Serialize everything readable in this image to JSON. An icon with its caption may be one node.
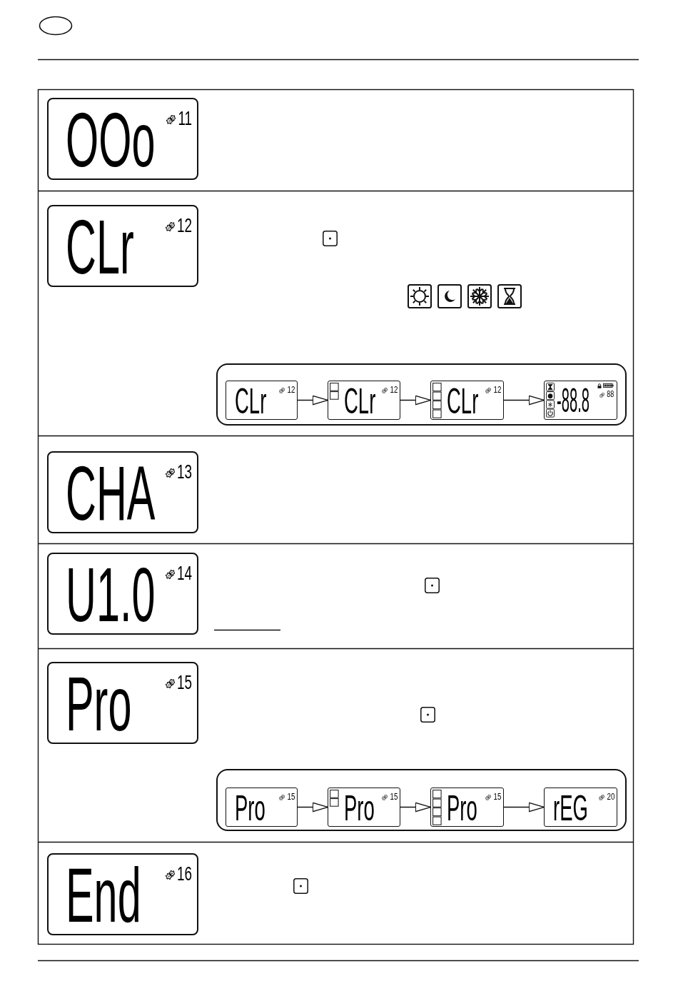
{
  "diagram": {
    "nodes": [
      {
        "text": [
          "OOo",
          "11"
        ]
      },
      {
        "text": [
          "CLr",
          "12"
        ]
      },
      {
        "text": [],
        "shape": "box"
      },
      {
        "text": [
          "CLr",
          "12"
        ],
        "in": 2
      },
      {
        "text": [
          "CLr",
          "12"
        ],
        "in": 2
      },
      {
        "text": [
          "CLr",
          "12"
        ],
        "in": 2
      },
      {
        "text": [
          "-88.8",
          "88"
        ],
        "in": 2
      },
      {
        "text": [
          "CHA",
          "13"
        ]
      },
      {
        "text": [
          "U1.0",
          "14"
        ]
      },
      {
        "text": [
          "Pro",
          "15"
        ]
      },
      {
        "text": [],
        "shape": "box"
      },
      {
        "text": [
          "Pro",
          "15"
        ],
        "in": 10
      },
      {
        "text": [
          "Pro",
          "15"
        ],
        "in": 10
      },
      {
        "text": [
          "Pro",
          "15"
        ],
        "in": 10
      },
      {
        "text": [
          "rEG",
          "20"
        ],
        "in": 10
      },
      {
        "text": [
          "End",
          "16"
        ]
      }
    ],
    "edges": [
      {
        "from": 3,
        "to": 4,
        "arrow": "to"
      },
      {
        "from": 4,
        "to": 5,
        "arrow": "to"
      },
      {
        "from": 5,
        "to": 6,
        "arrow": "to"
      },
      {
        "from": 11,
        "to": 12,
        "arrow": "to"
      },
      {
        "from": 12,
        "to": 13,
        "arrow": "to"
      },
      {
        "from": 13,
        "to": 14,
        "arrow": "to"
      }
    ]
  }
}
